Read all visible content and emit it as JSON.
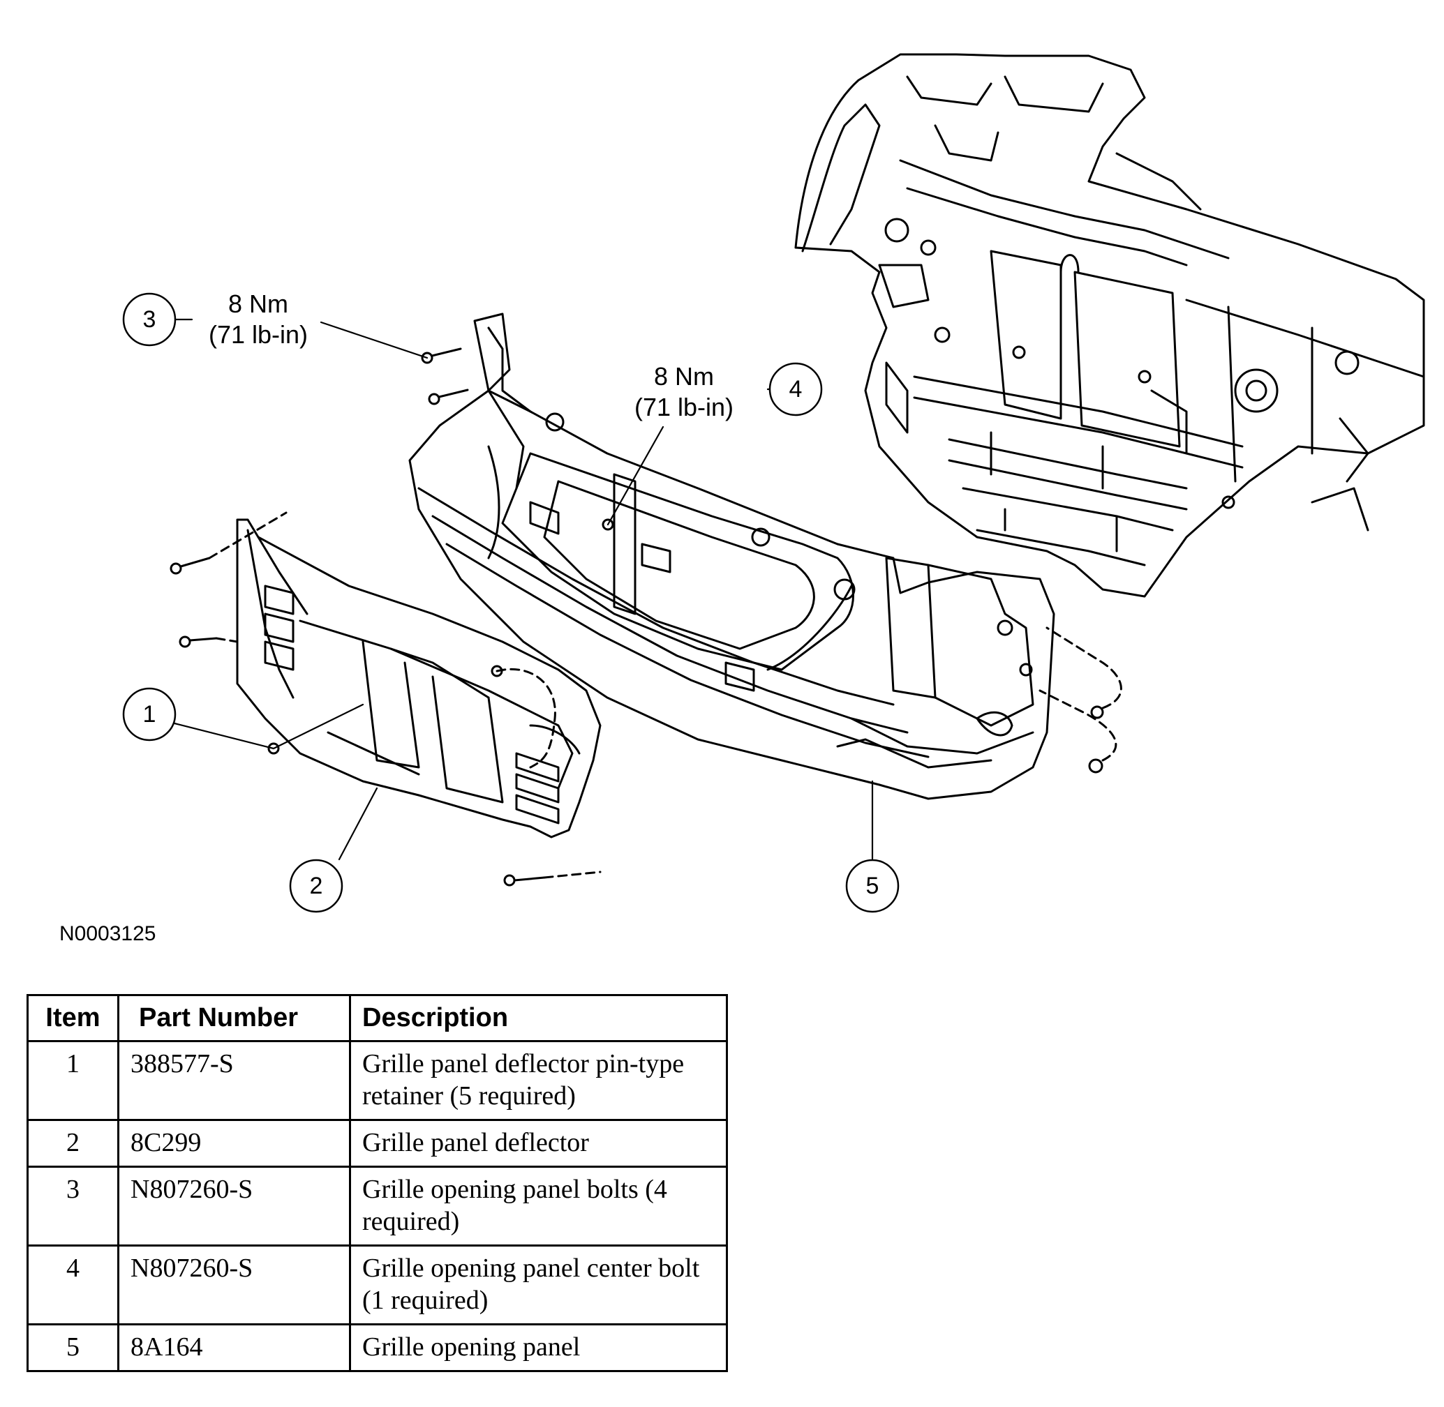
{
  "diagram": {
    "callouts": [
      {
        "number": "1"
      },
      {
        "number": "2"
      },
      {
        "number": "3",
        "torque": "8 Nm",
        "torque_imperial": "(71 lb-in)"
      },
      {
        "number": "4",
        "torque": "8 Nm",
        "torque_imperial": "(71 lb-in)"
      },
      {
        "number": "5"
      }
    ],
    "figure_id": "N0003125"
  },
  "table": {
    "headers": [
      "Item",
      "Part Number",
      "Description"
    ],
    "rows": [
      {
        "item": "1",
        "part_number": "388577-S",
        "description": "Grille panel deflector pin-type retainer (5 required)"
      },
      {
        "item": "2",
        "part_number": "8C299",
        "description": "Grille panel deflector"
      },
      {
        "item": "3",
        "part_number": "N807260-S",
        "description": "Grille opening panel bolts (4 required)"
      },
      {
        "item": "4",
        "part_number": "N807260-S",
        "description": "Grille opening panel center bolt (1 required)"
      },
      {
        "item": "5",
        "part_number": "8A164",
        "description": "Grille opening panel"
      }
    ]
  }
}
